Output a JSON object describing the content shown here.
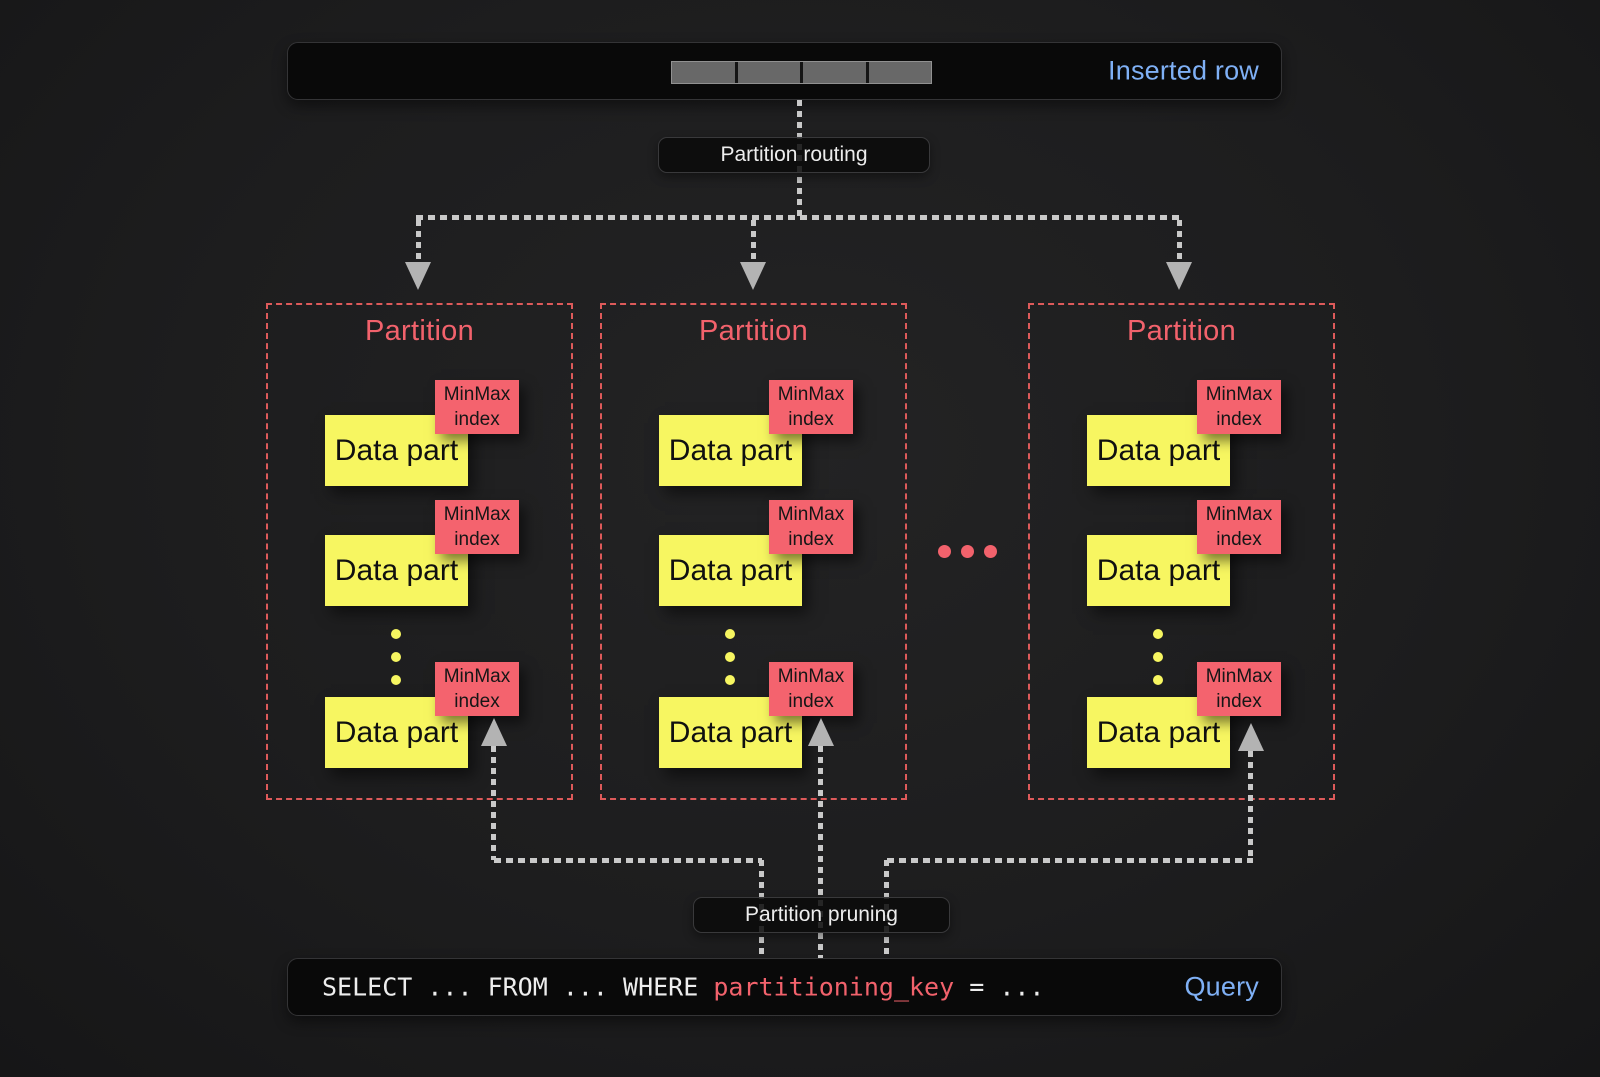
{
  "colors": {
    "background": "#1d1d1e",
    "panel": "#090909",
    "panel_border": "#343436",
    "blue": "#7fb0f5",
    "salmon": "#f2626c",
    "minmax_bg": "#f4636e",
    "yellow": "#f7f661",
    "dash_gray": "#c9c9c9",
    "arrow_gray": "#b3b3b3",
    "partition_border": "#dd5a5a",
    "segment_fill": "#686868",
    "white_text": "#ededed"
  },
  "inserted_row": {
    "label": "Inserted row",
    "segment_count": 4
  },
  "labels": {
    "routing": "Partition routing",
    "pruning": "Partition pruning"
  },
  "partitions": [
    {
      "title": "Partition",
      "data_parts": [
        {
          "label": "Data part",
          "index_line1": "MinMax",
          "index_line2": "index"
        },
        {
          "label": "Data part",
          "index_line1": "MinMax",
          "index_line2": "index"
        },
        {
          "label": "Data part",
          "index_line1": "MinMax",
          "index_line2": "index"
        }
      ]
    },
    {
      "title": "Partition",
      "data_parts": [
        {
          "label": "Data part",
          "index_line1": "MinMax",
          "index_line2": "index"
        },
        {
          "label": "Data part",
          "index_line1": "MinMax",
          "index_line2": "index"
        },
        {
          "label": "Data part",
          "index_line1": "MinMax",
          "index_line2": "index"
        }
      ]
    },
    {
      "title": "Partition",
      "data_parts": [
        {
          "label": "Data part",
          "index_line1": "MinMax",
          "index_line2": "index"
        },
        {
          "label": "Data part",
          "index_line1": "MinMax",
          "index_line2": "index"
        },
        {
          "label": "Data part",
          "index_line1": "MinMax",
          "index_line2": "index"
        }
      ]
    }
  ],
  "query": {
    "sql_prefix": "SELECT ... FROM ... WHERE ",
    "sql_key": "partitioning_key",
    "sql_suffix": " = ...",
    "label": "Query"
  }
}
